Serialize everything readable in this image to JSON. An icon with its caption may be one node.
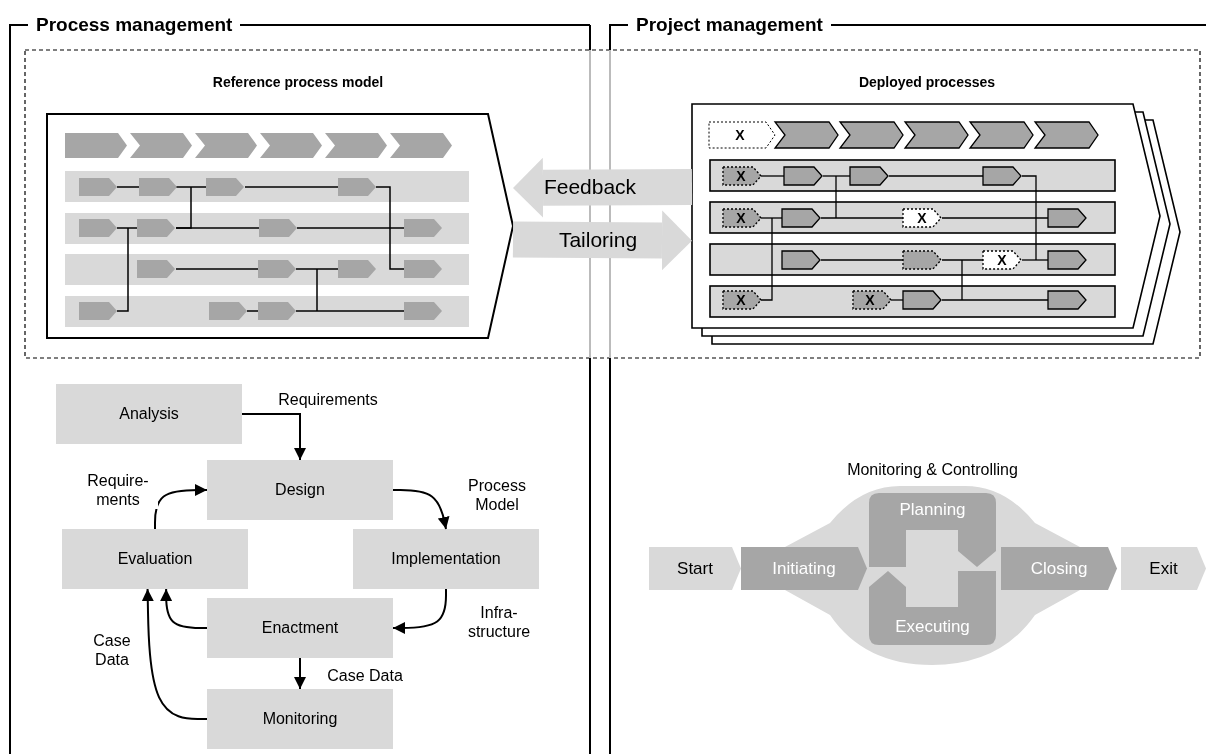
{
  "diagram": {
    "nodes": [
      {
        "text": [
          "Process management"
        ]
      },
      {
        "text": [
          "Project management"
        ]
      },
      {
        "text": [
          "Reference process model"
        ],
        "in": 0
      },
      {
        "text": [
          "Deployed processes"
        ],
        "in": 1
      },
      {
        "text": [
          "Analysis"
        ],
        "in": 0
      },
      {
        "text": [
          "Design"
        ],
        "in": 0
      },
      {
        "text": [
          "Evaluation"
        ],
        "in": 0
      },
      {
        "text": [
          "Implementation"
        ],
        "in": 0
      },
      {
        "text": [
          "Enactment"
        ],
        "in": 0
      },
      {
        "text": [
          "Monitoring"
        ],
        "in": 0
      },
      {
        "text": [
          "Monitoring & Controlling"
        ],
        "in": 1
      },
      {
        "text": [
          "Start"
        ],
        "in": 1
      },
      {
        "text": [
          "Initiating"
        ],
        "in": 1
      },
      {
        "text": [
          "Planning"
        ],
        "in": 10
      },
      {
        "text": [
          "Executing"
        ],
        "in": 10
      },
      {
        "text": [
          "Closing"
        ],
        "in": 1
      },
      {
        "text": [
          "Exit"
        ],
        "in": 1
      }
    ],
    "edges": [
      {
        "from": 3,
        "to": 2,
        "arrow": "to",
        "label": "Feedback",
        "style": "thick",
        "color": "#d9d9d9"
      },
      {
        "from": 2,
        "to": 3,
        "arrow": "to",
        "label": "Tailoring",
        "style": "thick",
        "color": "#d9d9d9"
      },
      {
        "from": 4,
        "to": 5,
        "arrow": "to",
        "label": "Requirements"
      },
      {
        "from": 5,
        "to": 7,
        "arrow": "to",
        "label": "Process Model"
      },
      {
        "from": 7,
        "to": 8,
        "arrow": "to",
        "label": "Infra- structure"
      },
      {
        "from": 8,
        "to": 9,
        "arrow": "to",
        "label": "Case Data"
      },
      {
        "from": 8,
        "to": 6,
        "arrow": "to"
      },
      {
        "from": 9,
        "to": 6,
        "arrow": "to",
        "label": "Case Data"
      },
      {
        "from": 6,
        "to": 5,
        "arrow": "to",
        "label": "Require- ments"
      }
    ],
    "labels": [
      "X",
      "X",
      "X",
      "X",
      "X",
      "X",
      "X"
    ]
  }
}
